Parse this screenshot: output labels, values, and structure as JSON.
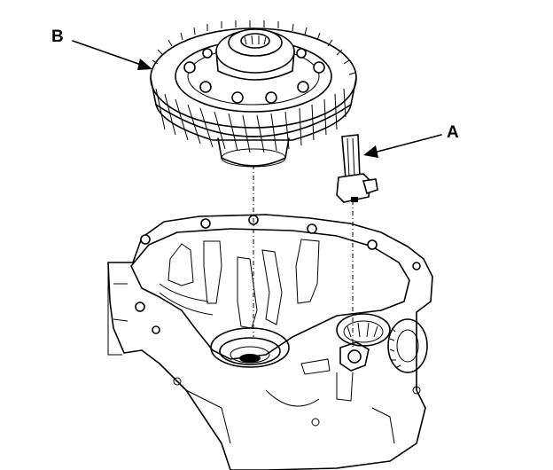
{
  "callouts": {
    "a": "A",
    "b": "B"
  },
  "components": {
    "gear": "differential-ring-gear",
    "sensor": "speed-sensor",
    "housing": "transmission-housing"
  },
  "colors": {
    "ink": "#000000",
    "paper": "#ffffff"
  }
}
